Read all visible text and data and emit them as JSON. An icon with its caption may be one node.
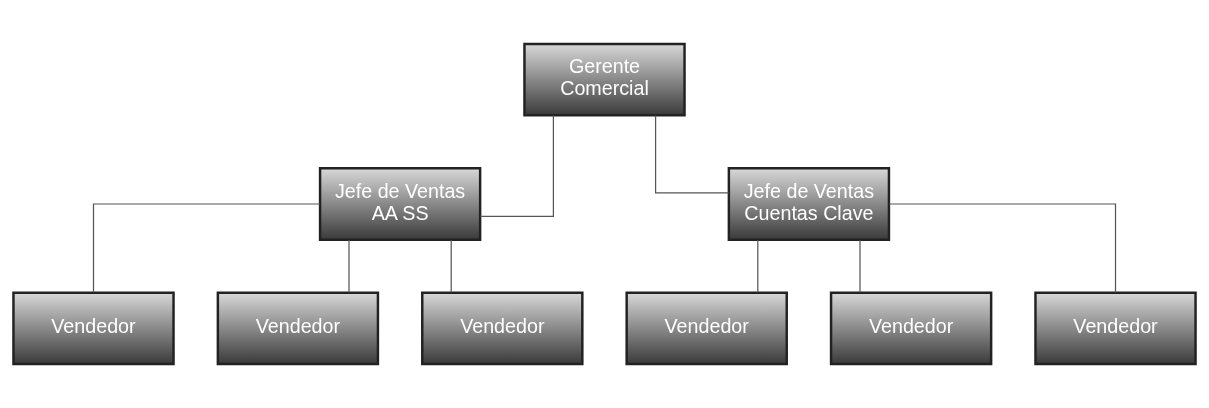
{
  "diagram": {
    "nodes": [
      {
        "text": [
          "Gerente Comercial"
        ]
      },
      {
        "text": [
          "Jefe de Ventas AA SS"
        ]
      },
      {
        "text": [
          "Jefe de Ventas Cuentas Clave"
        ]
      },
      {
        "text": [
          "Vendedor"
        ]
      },
      {
        "text": [
          "Vendedor"
        ]
      },
      {
        "text": [
          "Vendedor"
        ]
      },
      {
        "text": [
          "Vendedor"
        ]
      },
      {
        "text": [
          "Vendedor"
        ]
      },
      {
        "text": [
          "Vendedor"
        ]
      }
    ],
    "edges": [
      {
        "from": 0,
        "to": 1,
        "arrow": "none"
      },
      {
        "from": 0,
        "to": 2,
        "arrow": "none"
      },
      {
        "from": 1,
        "to": 3,
        "arrow": "none"
      },
      {
        "from": 1,
        "to": 4,
        "arrow": "none"
      },
      {
        "from": 1,
        "to": 5,
        "arrow": "none"
      },
      {
        "from": 2,
        "to": 6,
        "arrow": "none"
      },
      {
        "from": 2,
        "to": 7,
        "arrow": "none"
      },
      {
        "from": 2,
        "to": 8,
        "arrow": "none"
      }
    ]
  }
}
